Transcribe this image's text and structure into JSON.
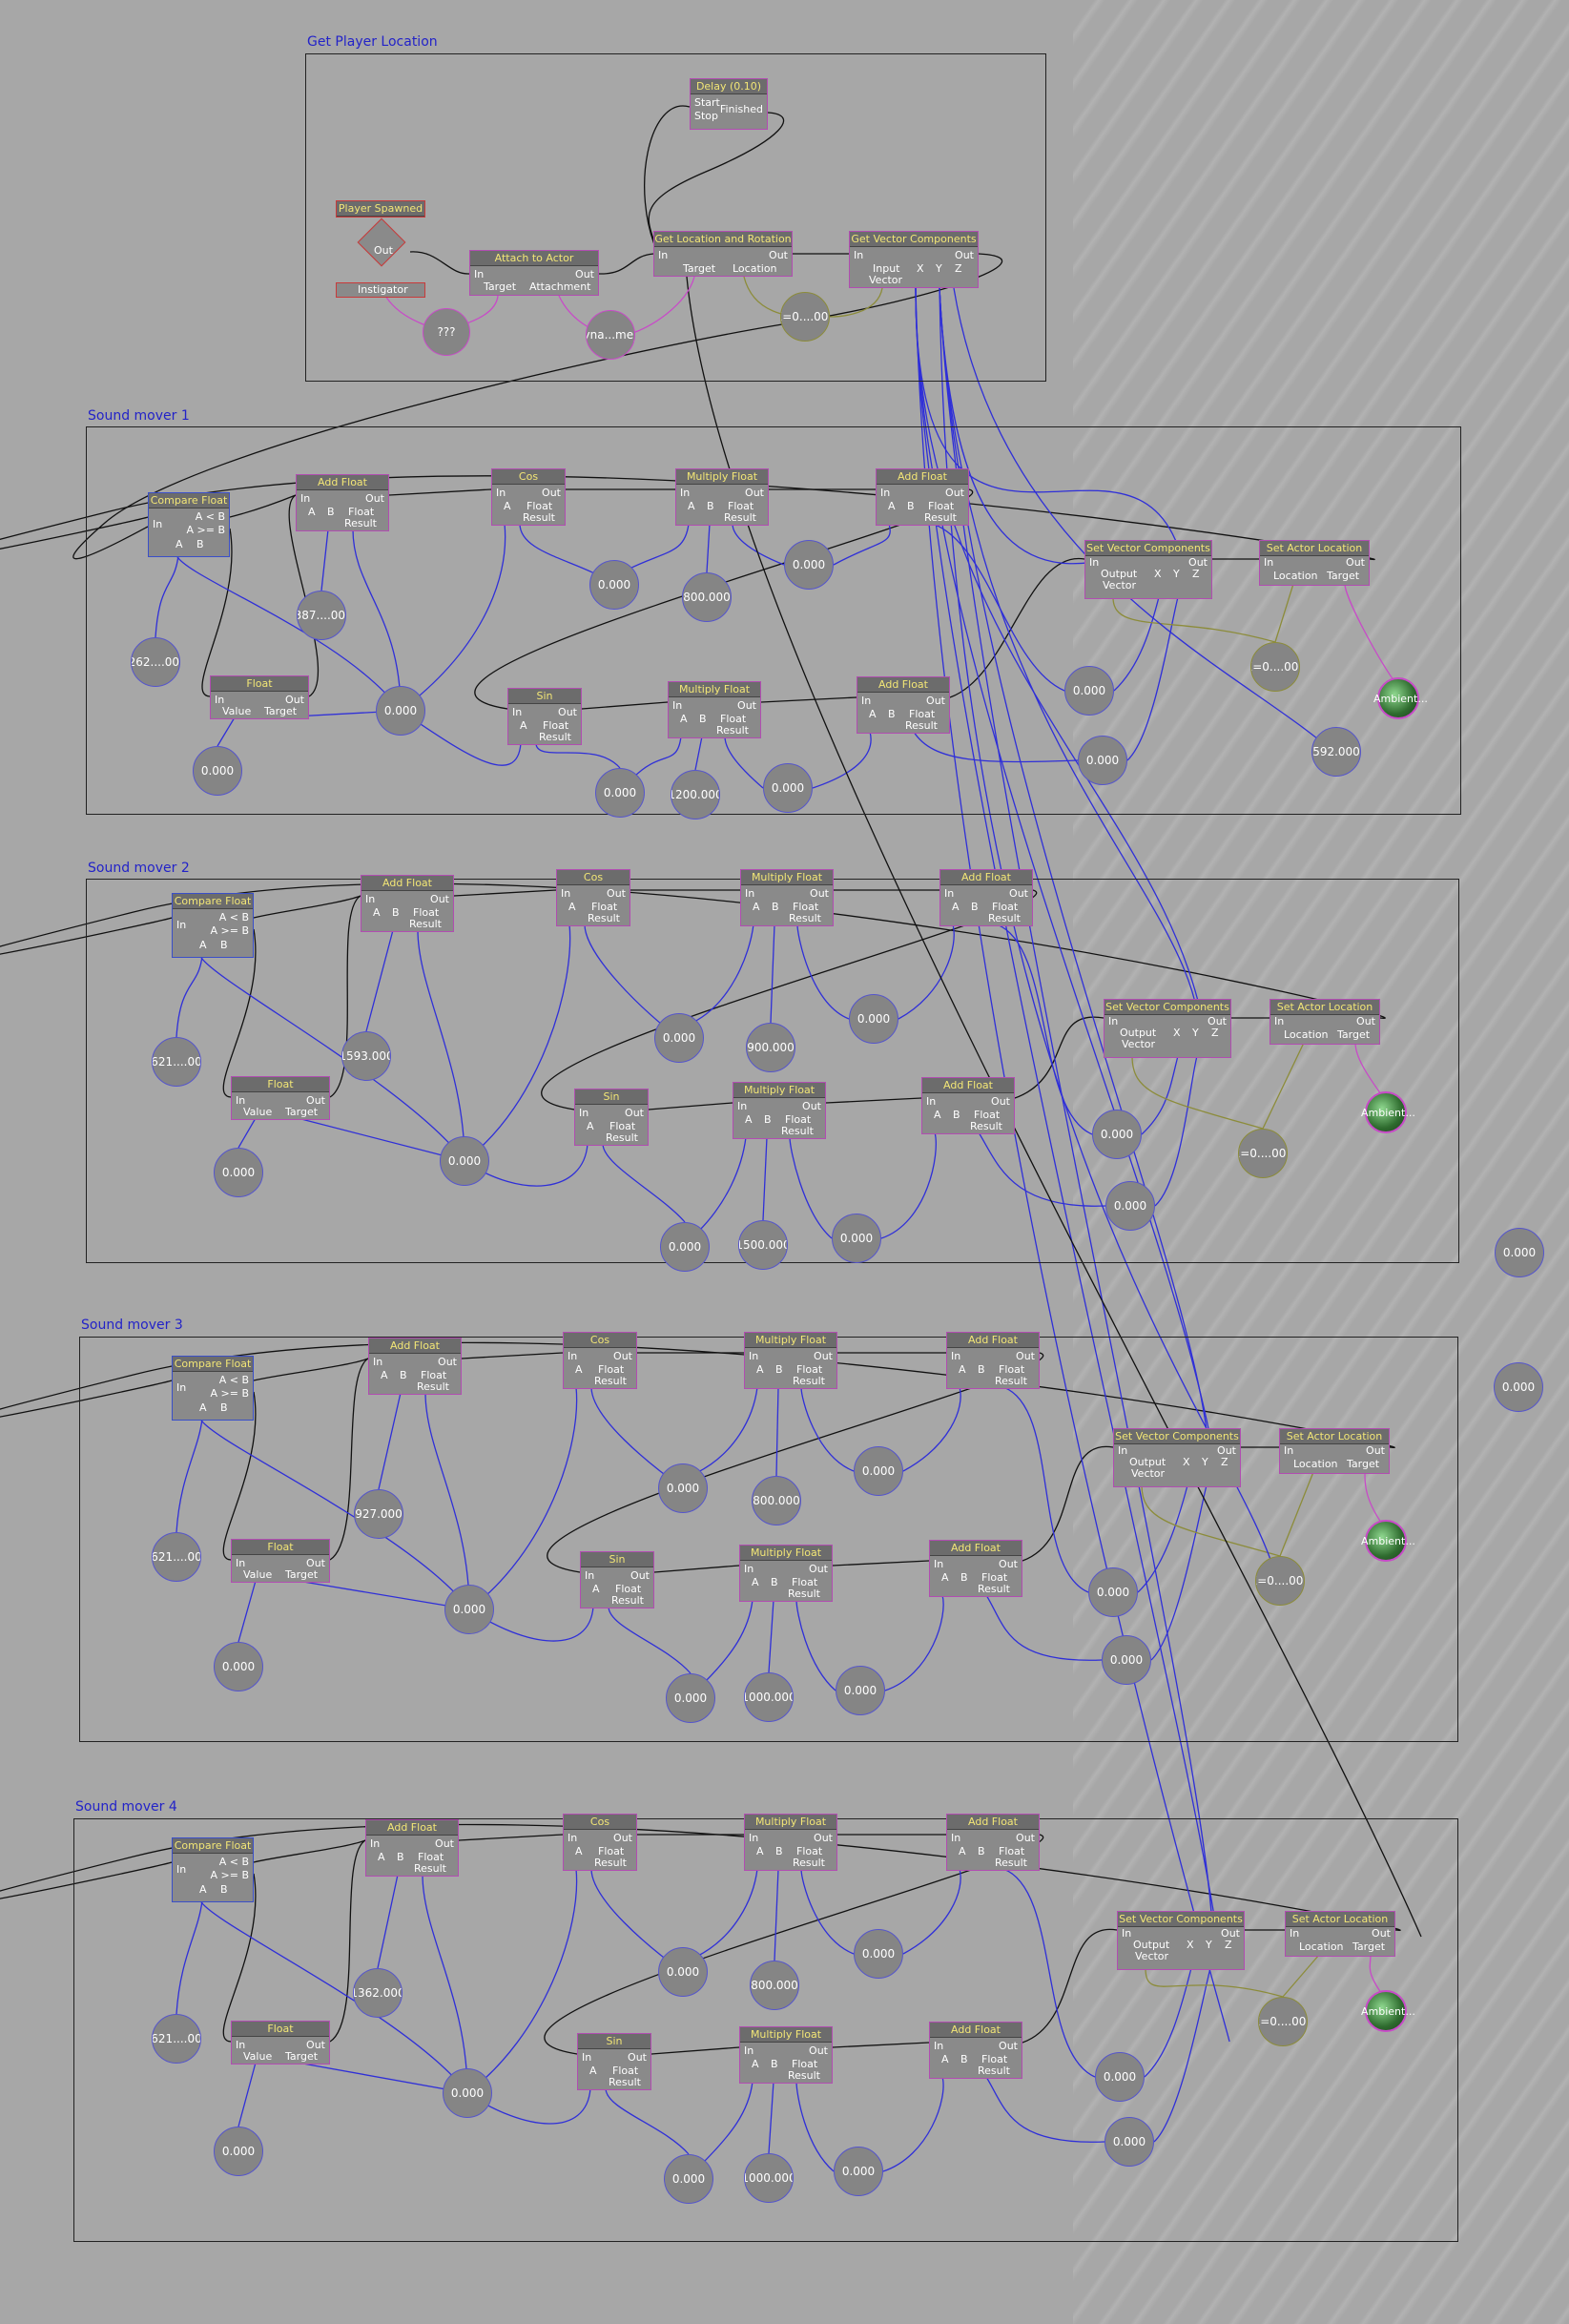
{
  "groups": [
    {
      "title": "Get Player Location"
    },
    {
      "title": "Sound mover 1"
    },
    {
      "title": "Sound mover 2"
    },
    {
      "title": "Sound mover 3"
    },
    {
      "title": "Sound mover 4"
    }
  ],
  "labels": {
    "player_spawned": "Player Spawned",
    "out": "Out",
    "in": "In",
    "instigator": "Instigator",
    "attach_to_actor": "Attach to Actor",
    "target": "Target",
    "attachment": "Attachment",
    "delay": "Delay (0.10)",
    "start": "Start",
    "stop": "Stop",
    "finished": "Finished",
    "get_loc_rot": "Get Location and Rotation",
    "location": "Location",
    "get_vec_comp": "Get Vector Components",
    "input": "Input",
    "vector": "Vector",
    "x": "X",
    "y": "Y",
    "z": "Z",
    "compare_float": "Compare Float",
    "a_lt_b": "A < B",
    "a_ge_b": "A >= B",
    "a": "A",
    "b": "B",
    "add_float": "Add Float",
    "float": "Float",
    "result": "Result",
    "cos": "Cos",
    "sin": "Sin",
    "multiply_float": "Multiply Float",
    "value": "Value",
    "set_vec_comp": "Set Vector Components",
    "output": "Output",
    "set_actor_location": "Set Actor Location",
    "ambient": "Ambient..."
  },
  "top_vars": {
    "unknown": "???",
    "dynamic": "Dyna...me_0",
    "vec": "X=0....000"
  },
  "movers": [
    {
      "cmp_b": "-262....000",
      "add_b": "-387....000",
      "float_val": "0.000",
      "hub": "0.000",
      "cos_mul": "800.000",
      "sin_mul": "1200.000",
      "cos_a": "0.000",
      "mid1": "0.000",
      "sin_a": "0.000",
      "sin_b": "0.000",
      "r1": "0.000",
      "r2": "0.000",
      "vec": "X=0....000",
      "far": "592.000"
    },
    {
      "cmp_b": "2621....000",
      "add_b": "1593.000",
      "float_val": "0.000",
      "hub": "0.000",
      "cos_mul": "900.000",
      "sin_mul": "1500.000",
      "cos_a": "0.000",
      "mid1": "0.000",
      "sin_a": "0.000",
      "sin_b": "0.000",
      "r1": "0.000",
      "r2": "0.000",
      "vec": "X=0....000",
      "far": "0.000"
    },
    {
      "cmp_b": "2621....000",
      "add_b": "927.000",
      "float_val": "0.000",
      "hub": "0.000",
      "cos_mul": "800.000",
      "sin_mul": "1000.000",
      "cos_a": "0.000",
      "mid1": "0.000",
      "sin_a": "0.000",
      "sin_b": "0.000",
      "r1": "0.000",
      "r2": "0.000",
      "vec": "X=0....000",
      "far": "0.000"
    },
    {
      "cmp_b": "2621....000",
      "add_b": "1362.000",
      "float_val": "0.000",
      "hub": "0.000",
      "cos_mul": "800.000",
      "sin_mul": "1000.000",
      "cos_a": "0.000",
      "mid1": "0.000",
      "sin_a": "0.000",
      "sin_b": "0.000",
      "r1": "0.000",
      "r2": "0.000",
      "vec": "X=0....000",
      "far": ""
    }
  ]
}
